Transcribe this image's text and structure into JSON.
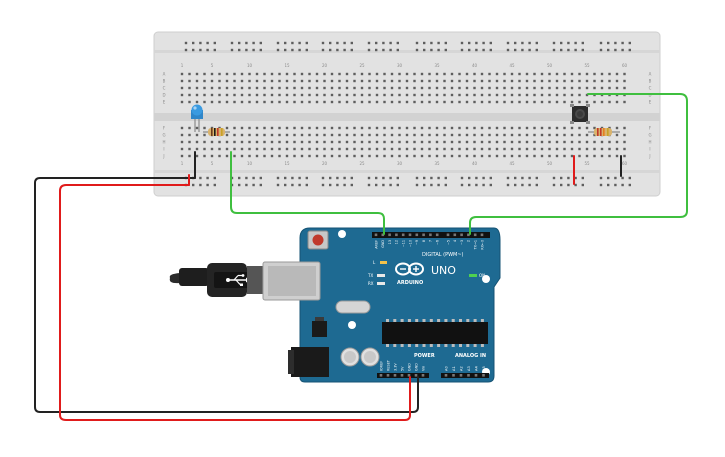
{
  "breadboard": {
    "column_numbers": [
      "1",
      "5",
      "10",
      "15",
      "20",
      "25",
      "30",
      "35",
      "40",
      "45",
      "50",
      "55",
      "60"
    ],
    "row_letters_top": [
      "A",
      "B",
      "C",
      "D",
      "E"
    ],
    "row_letters_bottom": [
      "F",
      "G",
      "H",
      "I",
      "J"
    ]
  },
  "arduino": {
    "brand_text": "ARDUINO",
    "model_text": "UNO",
    "digital_header_label": "DIGITAL (PWM~)",
    "power_header_label": "POWER",
    "analog_header_label": "ANALOG IN",
    "on_led_label": "ON",
    "tx_label": "TX",
    "rx_label": "RX",
    "l_label": "L",
    "digital_pins": [
      "AREF",
      "GND",
      "13",
      "12",
      "~11",
      "~10",
      "~9",
      "8",
      "7",
      "~6",
      "~5",
      "4",
      "~3",
      "2",
      "TX→1",
      "RX←0"
    ],
    "power_pins": [
      "IOREF",
      "RESET",
      "3.3V",
      "5V",
      "GND",
      "GND",
      "Vin"
    ],
    "analog_pins": [
      "A0",
      "A1",
      "A2",
      "A3",
      "A4",
      "A5"
    ]
  },
  "colors": {
    "board_blue": "#1e6a92",
    "breadboard": "#e2e2e2",
    "wire_red": "#e01b1b",
    "wire_black": "#222222",
    "wire_green": "#3fbf3f",
    "led_blue": "#3a9ae0"
  },
  "icons": {
    "usb_cable": "usb-cable-icon",
    "infinity_logo": "arduino-infinity-logo-icon"
  }
}
